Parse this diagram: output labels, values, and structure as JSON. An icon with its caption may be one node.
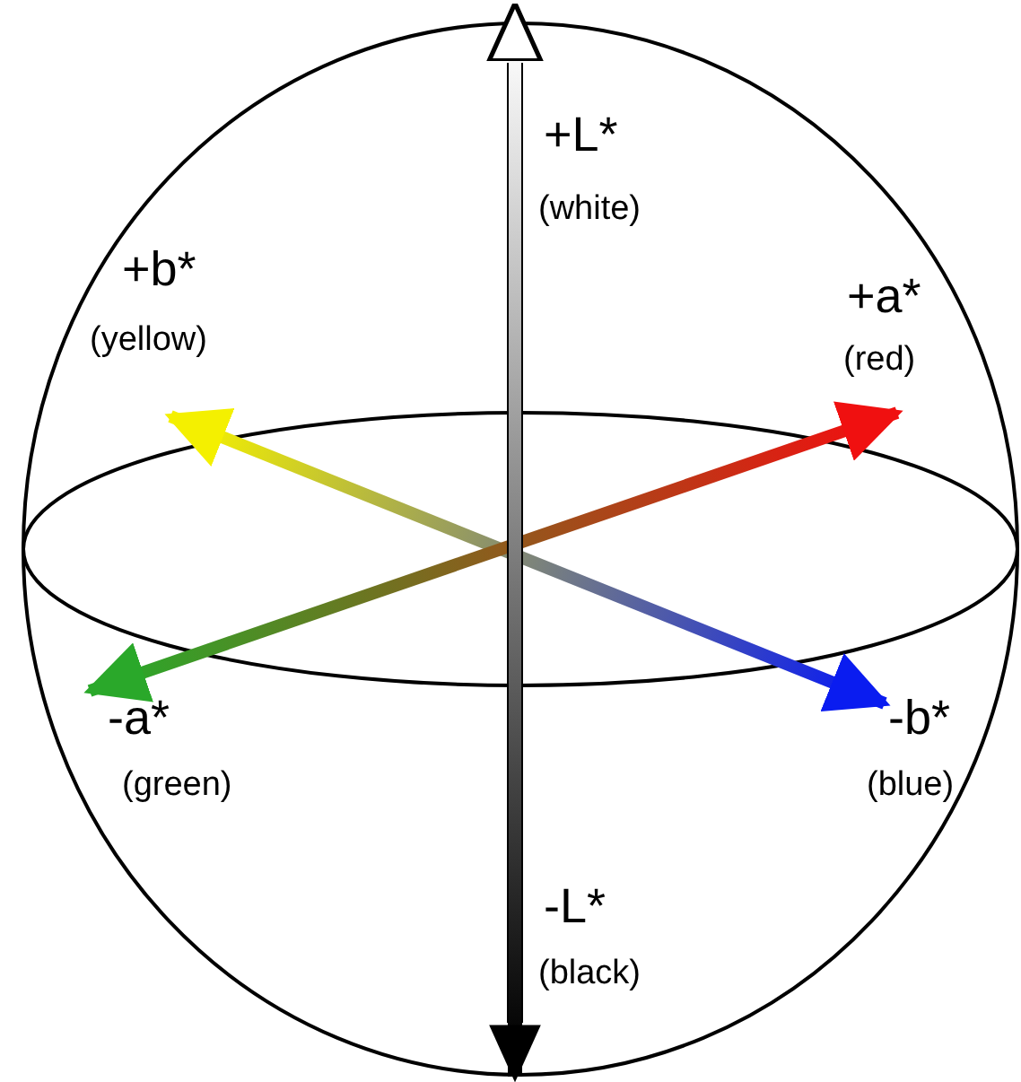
{
  "diagram": {
    "labels": [
      "+L*",
      "(white)",
      "+b*",
      "(yellow)",
      "+a*",
      "(red)",
      "-a*",
      "(green)",
      "-b*",
      "(blue)",
      "-L*",
      "(black)"
    ]
  }
}
